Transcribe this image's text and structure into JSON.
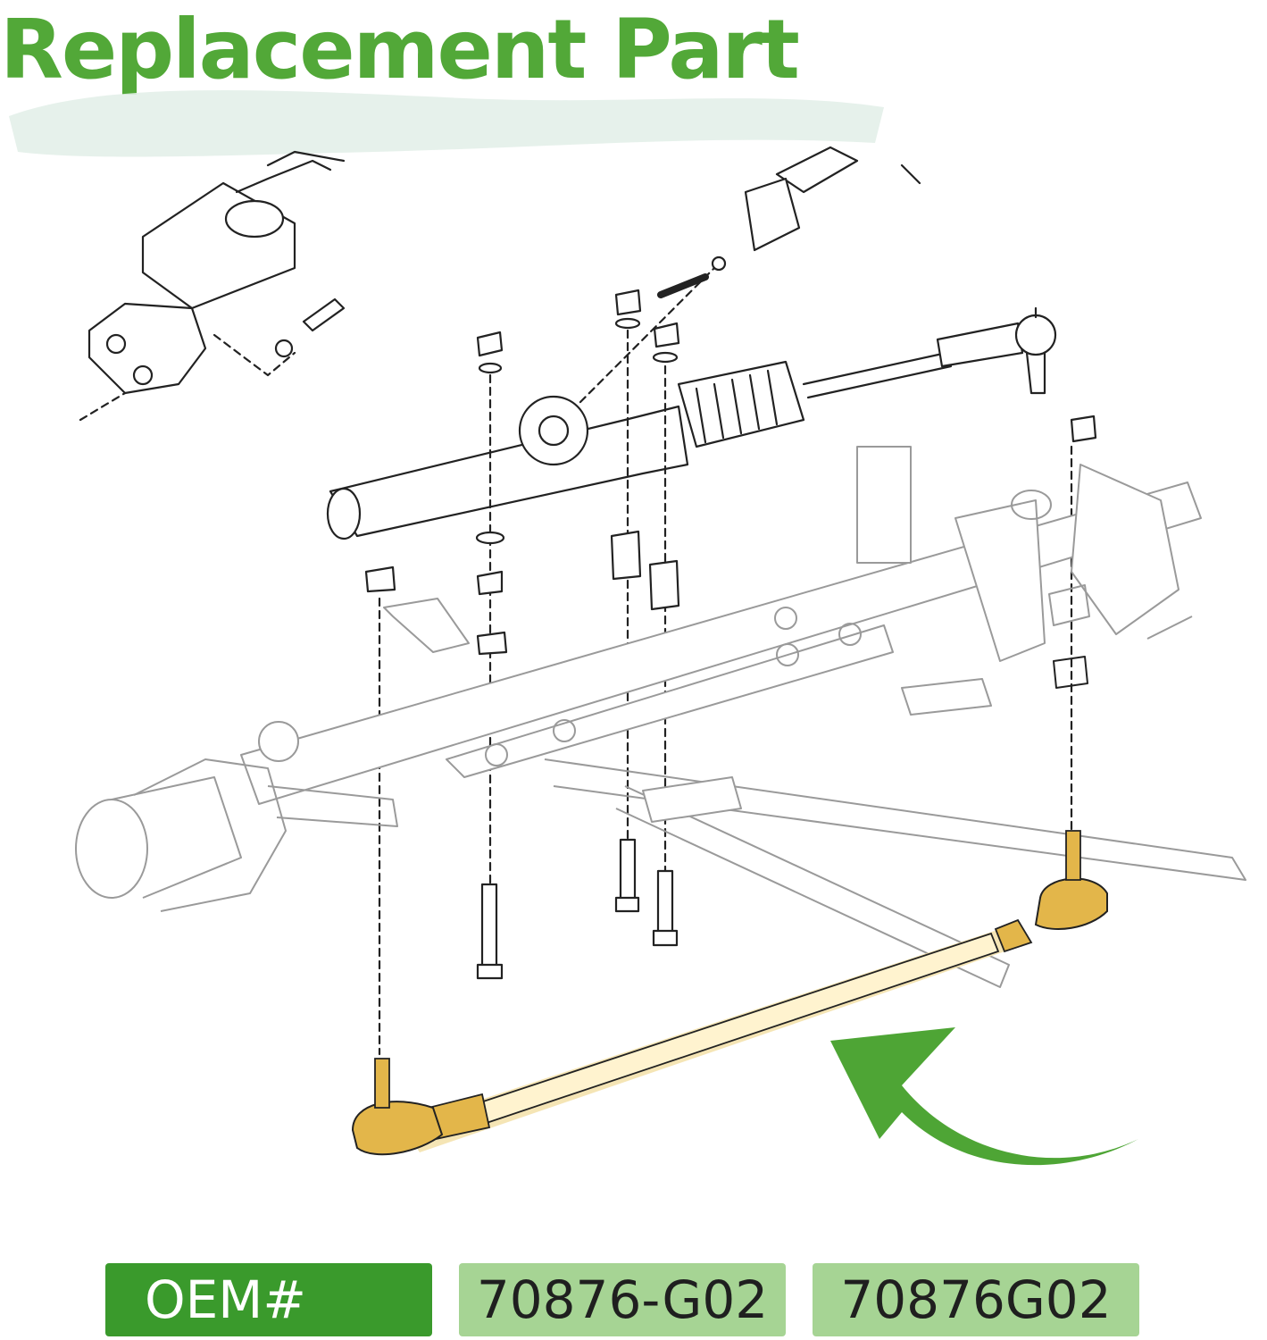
{
  "title": "Replacement Part",
  "colors": {
    "title_green": "#52a838",
    "highlight_part": "#e3b64a",
    "arrow_green": "#4ea535",
    "oem_badge": "#3a9a2c",
    "part_badge": "#a6d494"
  },
  "icons": {
    "arrow": "curved-arrow-icon"
  },
  "oem_label": "OEM#",
  "part_numbers": [
    "70876-G02",
    "70876G02"
  ]
}
